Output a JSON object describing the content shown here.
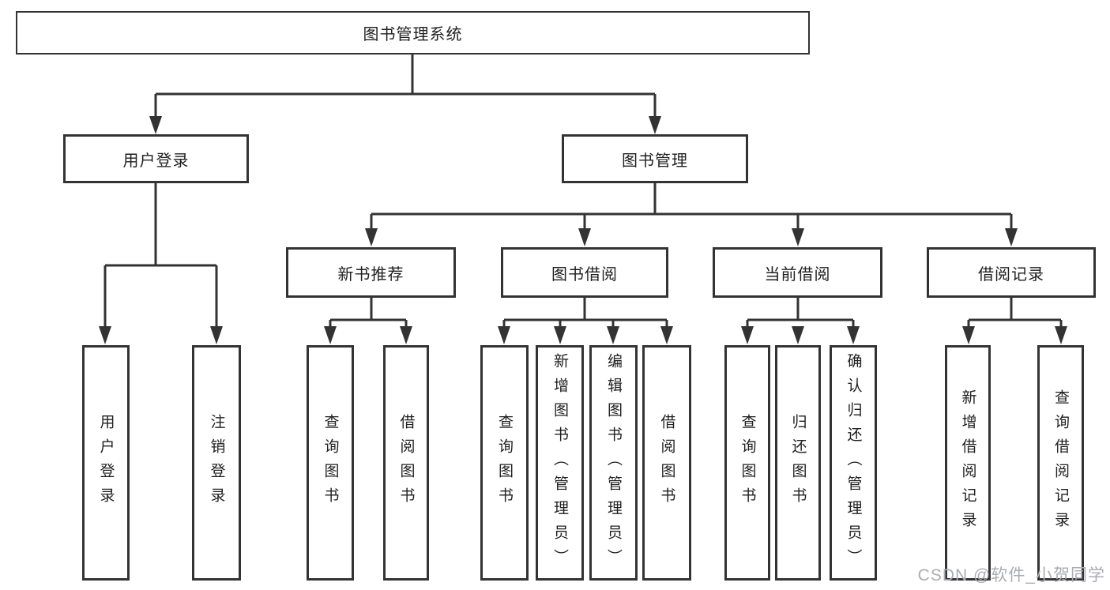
{
  "colors": {
    "background": "#ffffff",
    "line": "#333333",
    "text": "#1f1f1f",
    "watermark": "#abacb4"
  },
  "watermark": {
    "text": "CSDN @软件_小贺同学"
  },
  "diagram": {
    "root": {
      "label": "图书管理系统",
      "children": [
        {
          "label": "用户登录",
          "children": [
            {
              "label": "用户登录"
            },
            {
              "label": "注销登录"
            }
          ]
        },
        {
          "label": "图书管理",
          "children": [
            {
              "label": "新书推荐",
              "children": [
                {
                  "label": "查询图书"
                },
                {
                  "label": "借阅图书"
                }
              ]
            },
            {
              "label": "图书借阅",
              "children": [
                {
                  "label": "查询图书"
                },
                {
                  "label": "新增图书（管理员）"
                },
                {
                  "label": "编辑图书（管理员）"
                },
                {
                  "label": "借阅图书"
                }
              ]
            },
            {
              "label": "当前借阅",
              "children": [
                {
                  "label": "查询图书"
                },
                {
                  "label": "归还图书"
                },
                {
                  "label": "确认归还（管理员）"
                }
              ]
            },
            {
              "label": "借阅记录",
              "children": [
                {
                  "label": "新增借阅记录"
                },
                {
                  "label": "查询借阅记录"
                }
              ]
            }
          ]
        }
      ]
    }
  }
}
